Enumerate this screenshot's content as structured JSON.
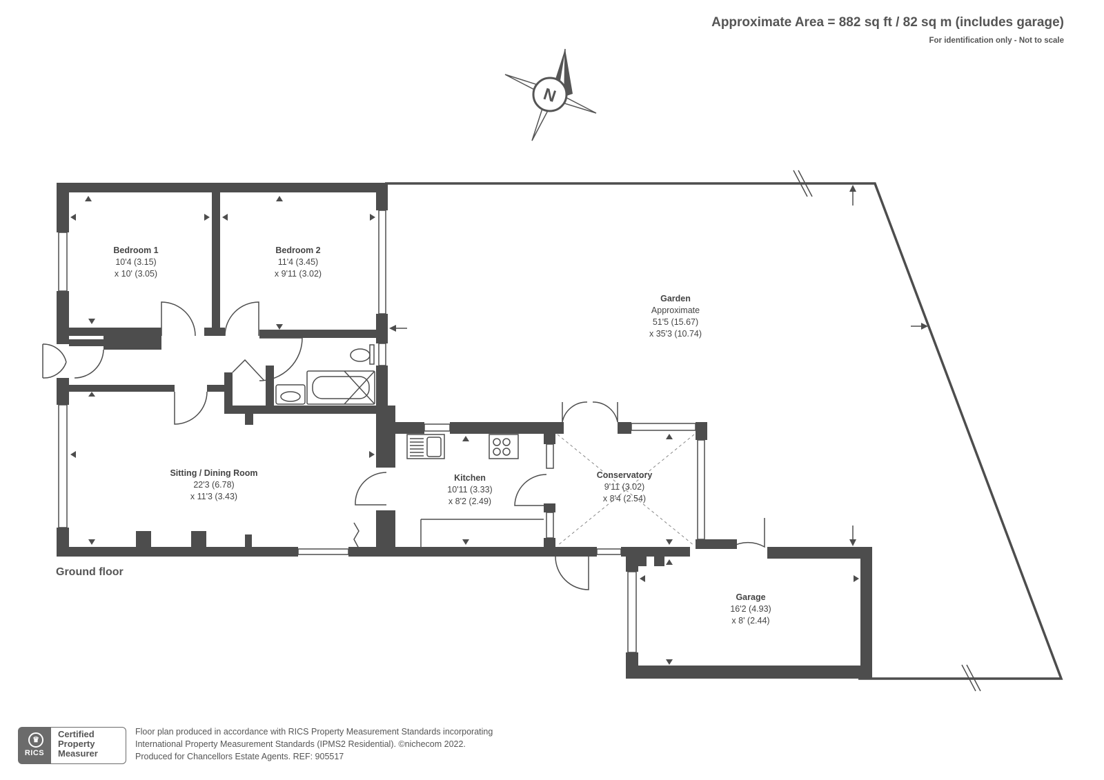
{
  "header": {
    "area": "Approximate Area = 882 sq ft / 82 sq m (includes garage)",
    "note": "For identification only - Not to scale"
  },
  "compass": {
    "letter": "N"
  },
  "rooms": {
    "bedroom1": {
      "name": "Bedroom 1",
      "dim1": "10'4 (3.15)",
      "dim2": "x 10' (3.05)"
    },
    "bedroom2": {
      "name": "Bedroom 2",
      "dim1": "11'4 (3.45)",
      "dim2": "x 9'11 (3.02)"
    },
    "garden": {
      "name": "Garden",
      "sub": "Approximate",
      "dim1": "51'5 (15.67)",
      "dim2": "x 35'3 (10.74)"
    },
    "sitting": {
      "name": "Sitting / Dining Room",
      "dim1": "22'3 (6.78)",
      "dim2": "x 11'3 (3.43)"
    },
    "kitchen": {
      "name": "Kitchen",
      "dim1": "10'11 (3.33)",
      "dim2": "x 8'2 (2.49)"
    },
    "conservatory": {
      "name": "Conservatory",
      "dim1": "9'11 (3.02)",
      "dim2": "x 8'4 (2.54)"
    },
    "garage": {
      "name": "Garage",
      "dim1": "16'2 (4.93)",
      "dim2": "x 8' (2.44)"
    }
  },
  "floor_label": "Ground floor",
  "footer": {
    "badge_org": "RICS",
    "badge_text": "Certified Property Measurer",
    "line1": "Floor plan produced in accordance with RICS Property Measurement Standards incorporating",
    "line2": "International Property Measurement Standards (IPMS2 Residential).   ©nichecom 2022.",
    "line3": "Produced for Chancellors Estate Agents.   REF: 905517"
  },
  "colors": {
    "wall": "#4d4d4d",
    "text": "#444444"
  }
}
